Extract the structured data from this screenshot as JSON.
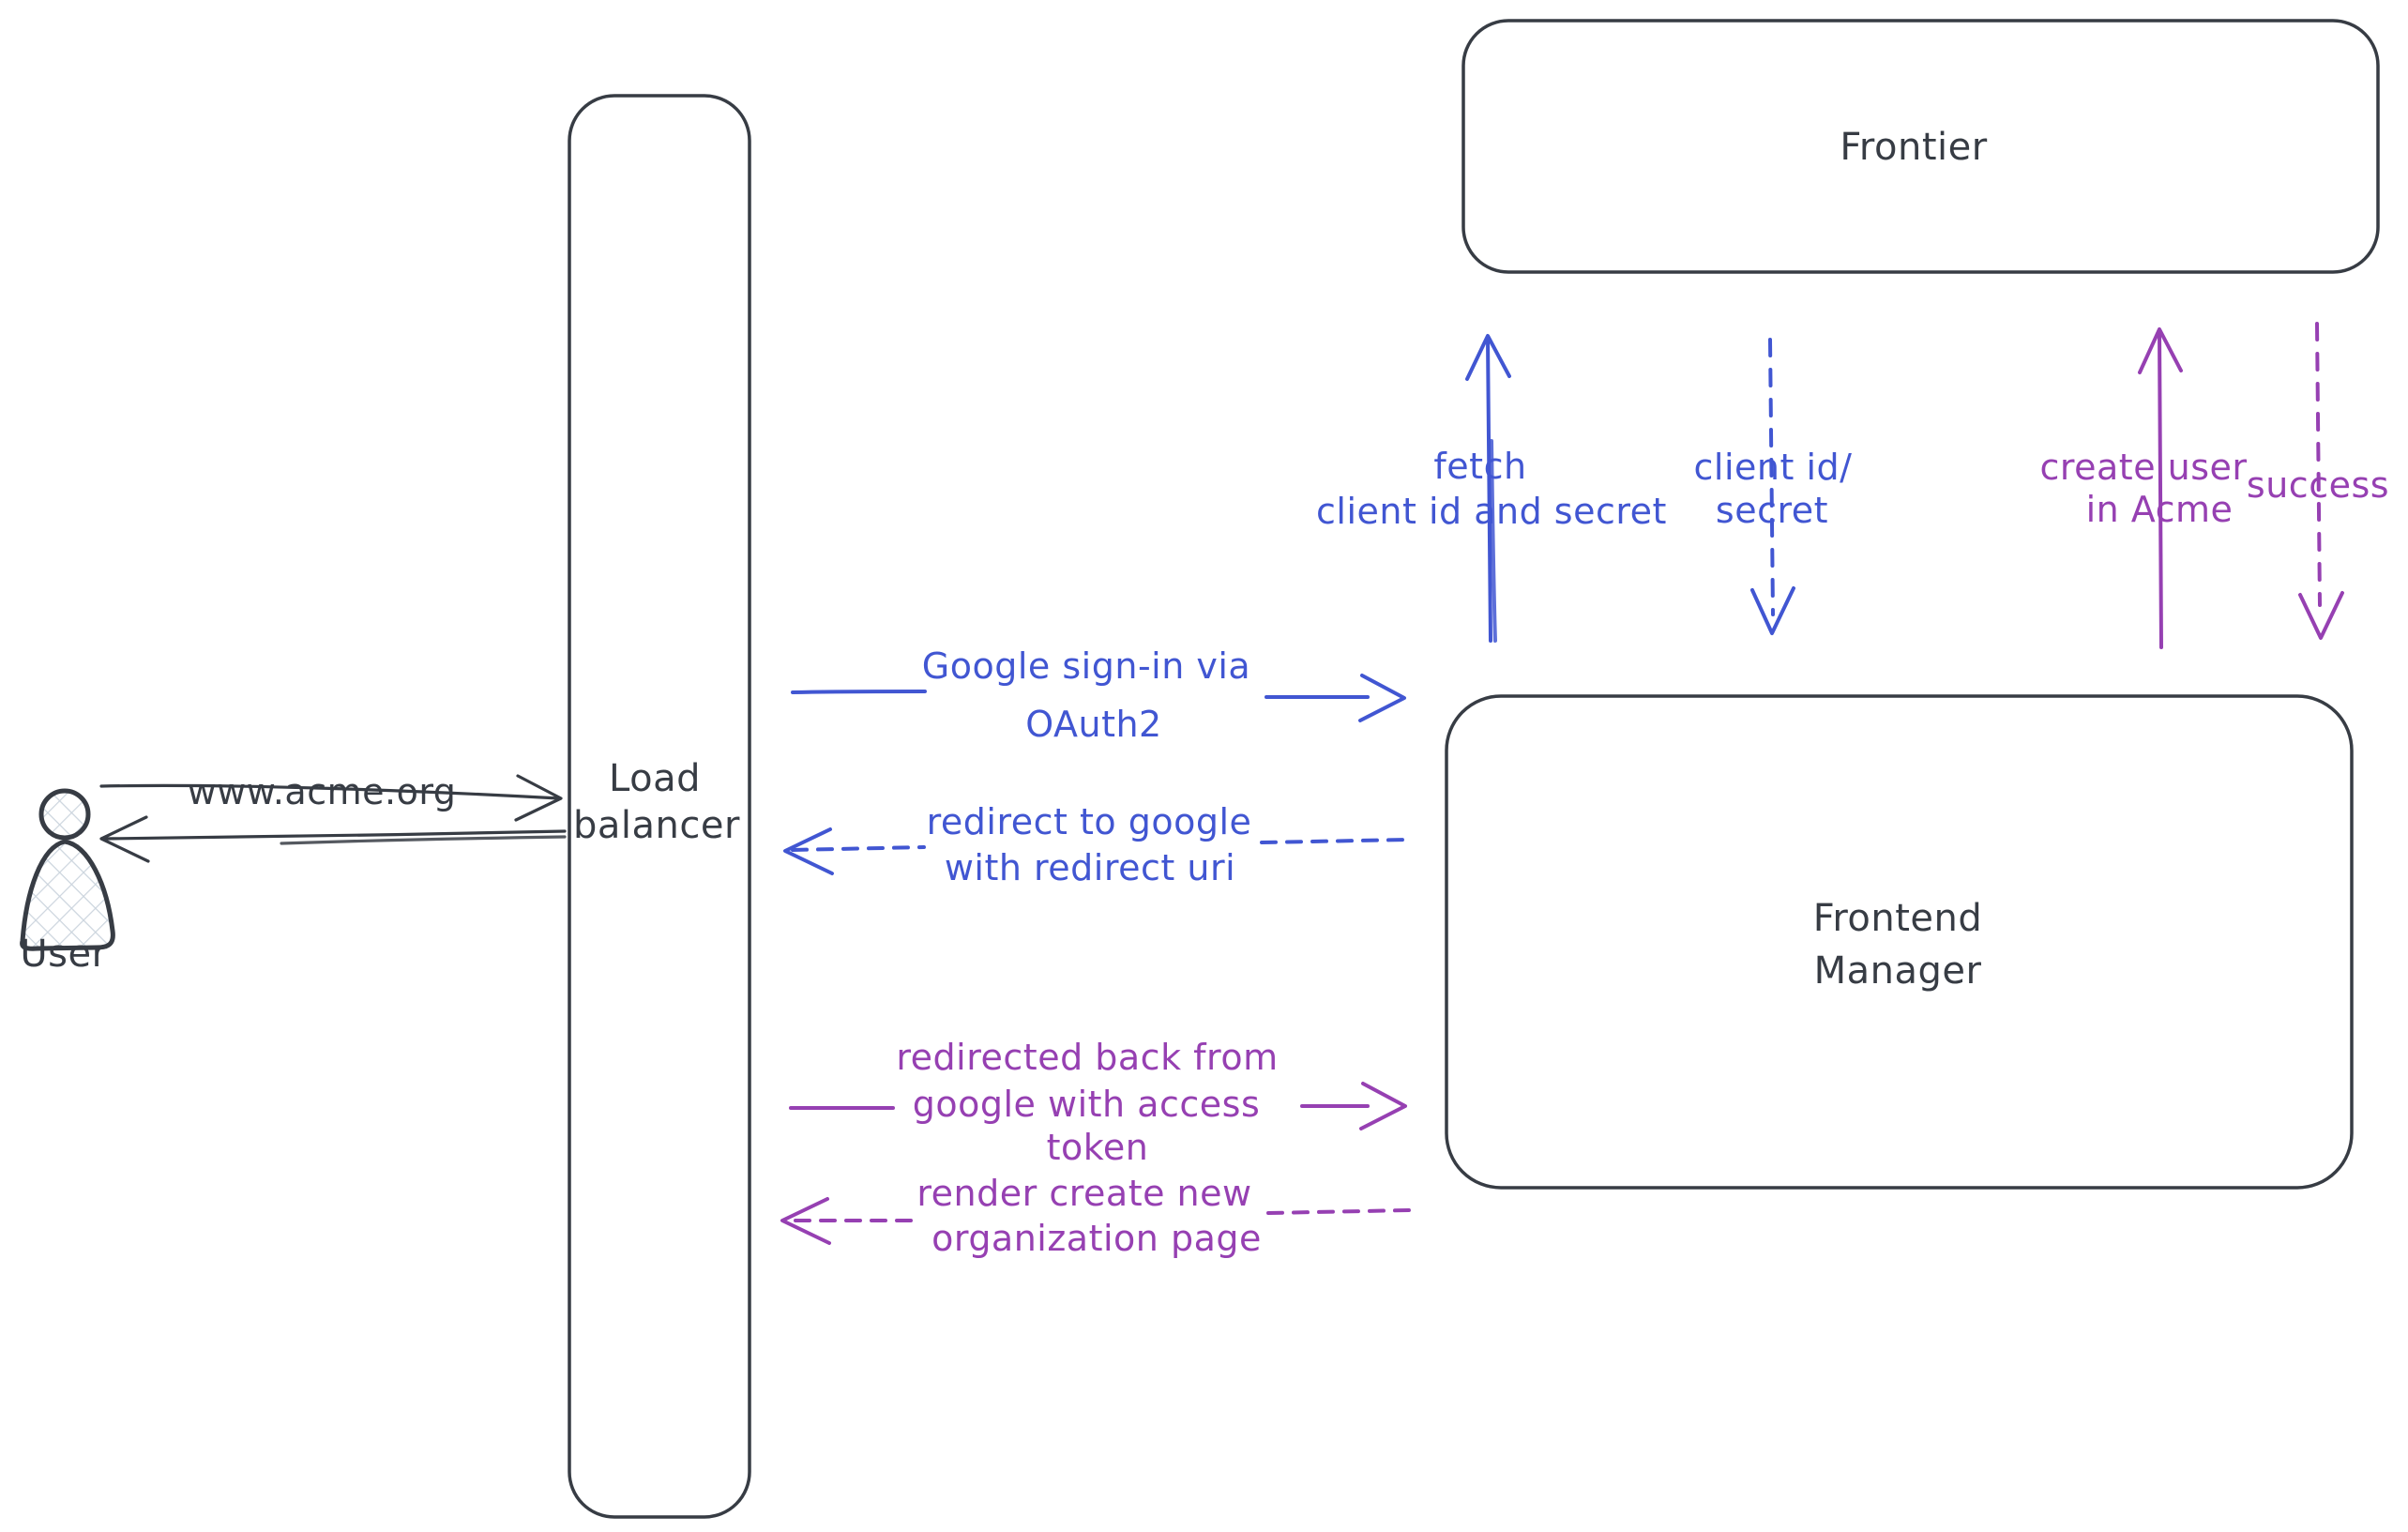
{
  "diagram": {
    "colors": {
      "ink": "#373c44",
      "blue": "#4156d2",
      "purple": "#9640b2",
      "hatch": "#ccd5de"
    },
    "nodes": {
      "user": {
        "label": "User"
      },
      "load_balancer": {
        "line1": "Load",
        "line2": "balancer"
      },
      "frontier": {
        "label": "Frontier"
      },
      "frontend_manager": {
        "line1": "Frontend",
        "line2": "Manager"
      }
    },
    "edges": {
      "acme_request": {
        "label": "www.acme.org"
      },
      "google_signin": {
        "line1": "Google sign-in via",
        "line2": "OAuth2"
      },
      "redirect_to_google": {
        "line1": "redirect to google",
        "line2": "with redirect uri"
      },
      "redirected_back": {
        "line1": "redirected back from",
        "line2": "google with access",
        "line3": "token"
      },
      "render_org_page": {
        "line1": "render create new",
        "line2": "organization page"
      },
      "fetch_client_secret": {
        "line1": "fetch",
        "line2": "client id and secret"
      },
      "client_id_secret": {
        "line1": "client id/",
        "line2": "secret"
      },
      "create_user": {
        "line1": "create user",
        "line2": "in Acme"
      },
      "success": {
        "label": "success"
      }
    }
  }
}
